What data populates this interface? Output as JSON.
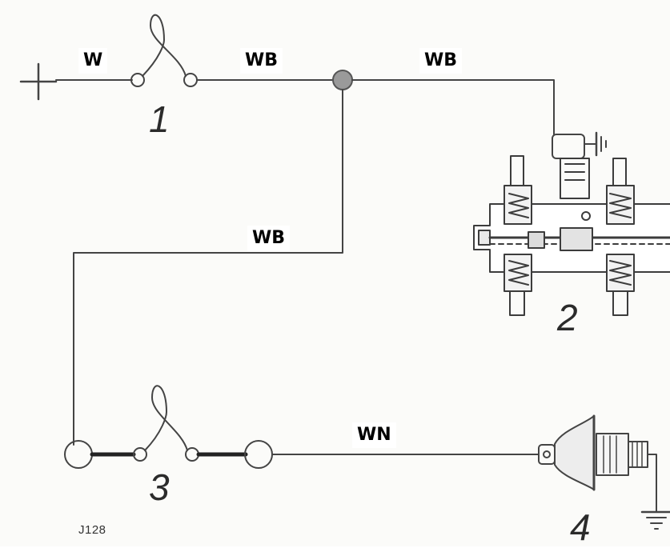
{
  "labels": {
    "wire_w": "W",
    "wire_wb_1": "WB",
    "wire_wb_2": "WB",
    "wire_wb_3": "WB",
    "wire_wn": "WN"
  },
  "components": {
    "c1": "1",
    "c2": "2",
    "c3": "3",
    "c4": "4"
  },
  "figure_code": "J128",
  "colors": {
    "wire": "#444444",
    "background": "#fbfbf9",
    "label_bg": "#ffffff"
  }
}
